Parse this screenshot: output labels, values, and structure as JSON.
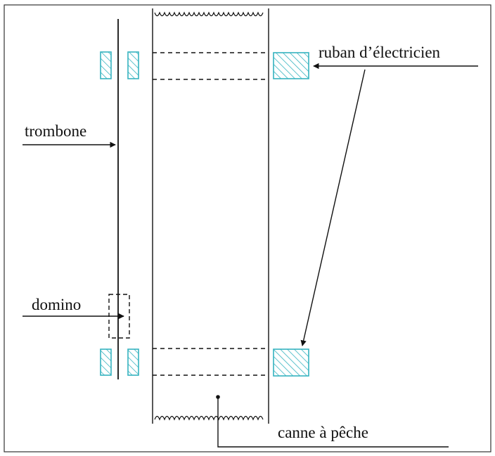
{
  "labels": {
    "tape": "ruban d’électricien",
    "paperclip": "trombone",
    "domino": "domino",
    "fishing_rod": "canne à pêche"
  },
  "colors": {
    "ink": "#111111",
    "tape": "#35b3c0",
    "frame": "#333333",
    "background": "#ffffff"
  }
}
